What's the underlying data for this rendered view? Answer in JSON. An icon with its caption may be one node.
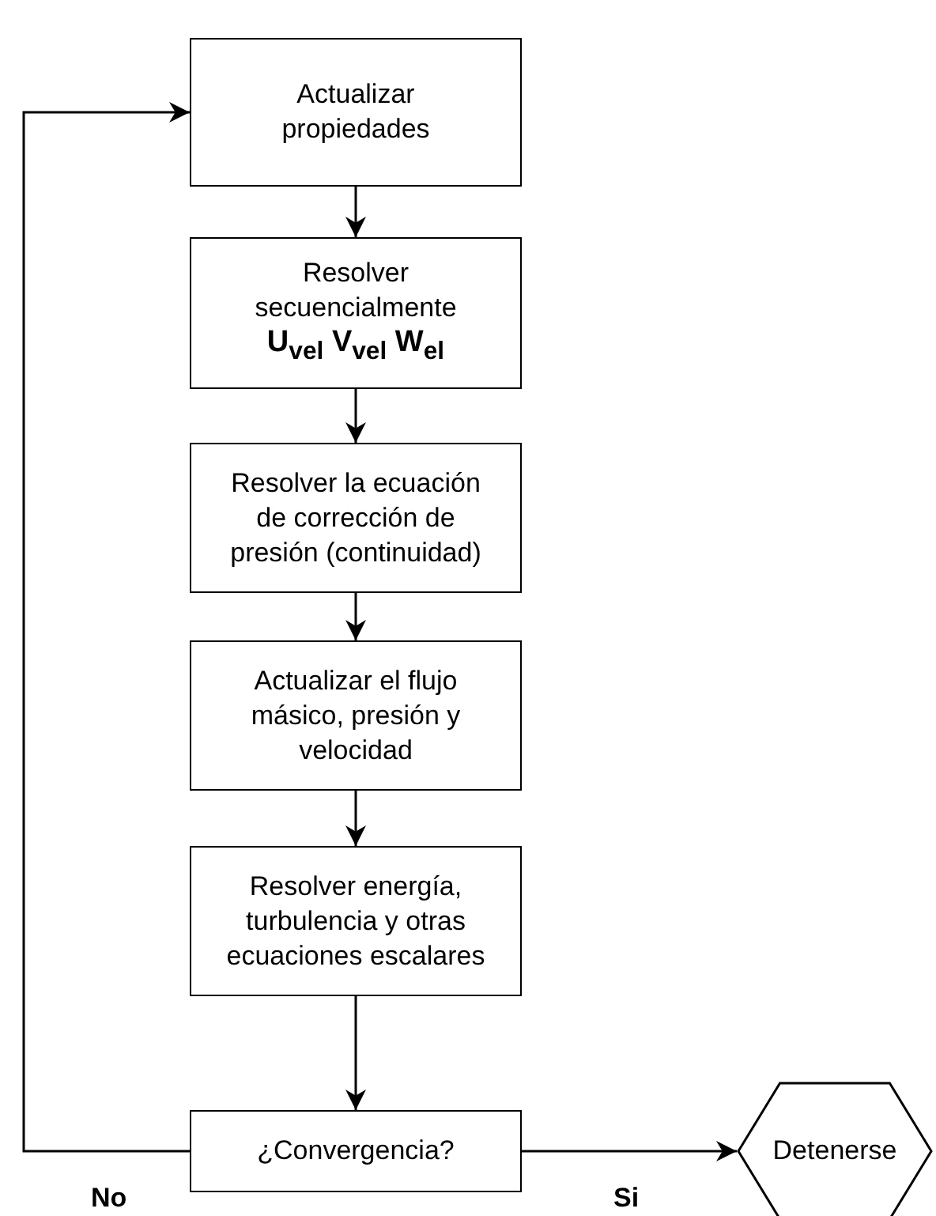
{
  "diagram": {
    "nodes": [
      {
        "text": [
          "Actualizar propiedades"
        ]
      },
      {
        "text": [
          "Resolver secuencialmente",
          "U$_{vel}$ V$_{vel}$ W$_{el}$"
        ]
      },
      {
        "text": [
          "Resolver la ecuación de corrección de presión (continuidad)"
        ]
      },
      {
        "text": [
          "Actualizar el flujo másico, presión y velocidad"
        ]
      },
      {
        "text": [
          "Resolver energía, turbulencia y otras ecuaciones escalares"
        ]
      },
      {
        "text": [
          "¿Convergencia?"
        ]
      },
      {
        "text": [
          "Detenerse"
        ]
      }
    ],
    "edges": [
      {
        "from": 0,
        "to": 1,
        "arrow": "to"
      },
      {
        "from": 1,
        "to": 2,
        "arrow": "to"
      },
      {
        "from": 2,
        "to": 3,
        "arrow": "to"
      },
      {
        "from": 3,
        "to": 4,
        "arrow": "to"
      },
      {
        "from": 4,
        "to": 5,
        "arrow": "to"
      },
      {
        "from": 5,
        "to": 0,
        "arrow": "to",
        "label": "No"
      },
      {
        "from": 5,
        "to": 6,
        "arrow": "to",
        "label": "Si"
      }
    ]
  }
}
